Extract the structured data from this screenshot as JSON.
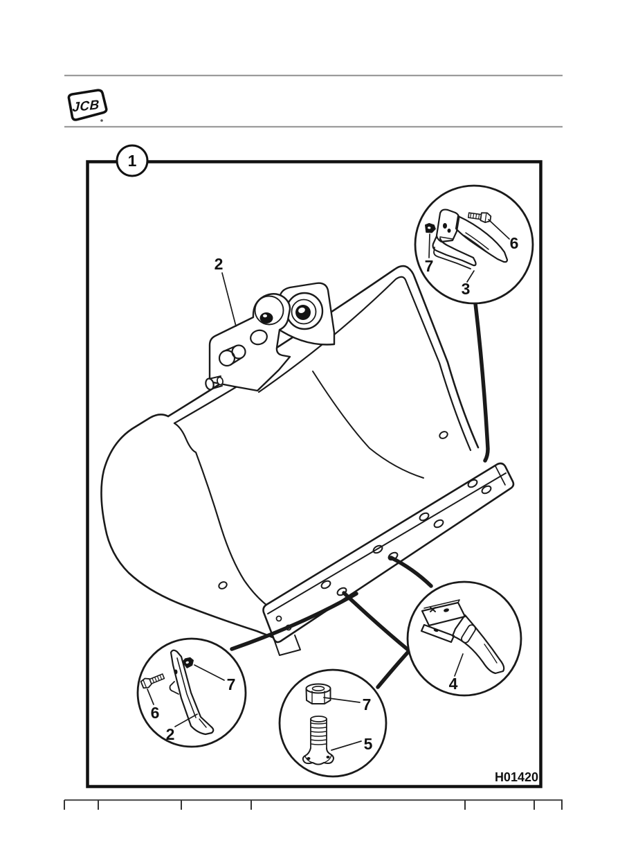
{
  "page": {
    "logo_text": "JCB",
    "background": "#ffffff"
  },
  "figure": {
    "panel_number": "1",
    "figure_code": "H01420"
  },
  "callouts": {
    "bracket": "2",
    "detail_top_right": {
      "tooth": "3",
      "bolt": "6",
      "nut": "7"
    },
    "detail_bottom_left": {
      "tooth": "2",
      "bolt": "6",
      "nut": "7"
    },
    "detail_bottom_center": {
      "nut": "7",
      "bolt": "5"
    },
    "detail_bottom_right": {
      "tooth": "4"
    }
  },
  "icons": {
    "panel_badge": "circled-number-1",
    "details": [
      "corner-tooth-icon",
      "bolt-icon",
      "lock-nut-icon",
      "side-tooth-icon",
      "center-tooth-icon",
      "plow-bolt-icon",
      "hex-nut-icon"
    ]
  },
  "colors": {
    "line": "#1a1a1a",
    "text": "#111111",
    "rule_gray": "#9b9b9b",
    "ruler_gray": "#555555",
    "paper": "#ffffff"
  }
}
